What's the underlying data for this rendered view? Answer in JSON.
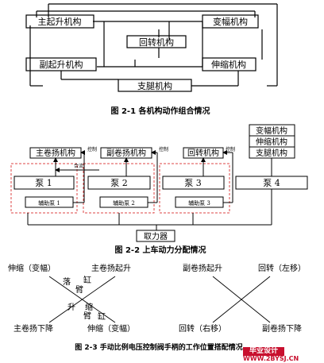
{
  "figure1": {
    "nodes": {
      "main_hoist": "主起升机构",
      "luffing": "变幅机构",
      "slewing": "回转机构",
      "aux_hoist": "副起升机构",
      "telescoping": "伸缩机构",
      "outrigger": "支腿机构"
    },
    "caption": "图 2-1    各机构动作组合情况"
  },
  "figure2": {
    "winches": {
      "main": "主卷扬机构",
      "aux": "副卷扬机构",
      "slew": "回转机构"
    },
    "control_label": "控制",
    "merge_label": "合流",
    "right_stack": [
      "变幅机构",
      "伸缩机构",
      "支腿机构"
    ],
    "pumps": [
      "泵  1",
      "泵  2",
      "泵  3",
      "泵  4"
    ],
    "aux_pumps": [
      "辅助泵  1",
      "辅助泵  2",
      "辅助泵  3"
    ],
    "pto": "取力器",
    "caption": "图 2-2    上车动力分配情况"
  },
  "figure3": {
    "left": {
      "top_left": "伸缩（变幅）",
      "top_right": "主卷扬起升",
      "bottom_left": "主卷扬下降",
      "bottom_right": "伸缩（变幅）",
      "center_chars": [
        "落",
        "臂",
        "缸",
        "升",
        "缩",
        "臂",
        "缸"
      ]
    },
    "right": {
      "top_left": "副卷扬起升",
      "top_right": "回转（左移）",
      "bottom_left": "回转（右移）",
      "bottom_right": "副卷扬下降"
    },
    "caption": "图 2-3  手动比例电压控制阀手柄的工作位置搭配情况"
  },
  "watermark": {
    "brand": "毕业设计",
    "url": "WWW.2BYSJ.CN"
  }
}
